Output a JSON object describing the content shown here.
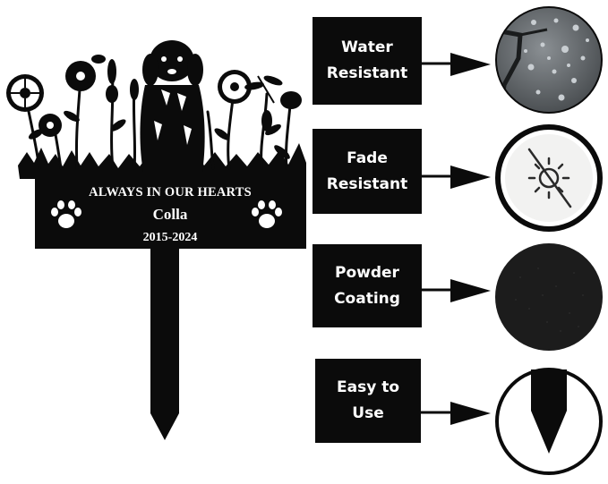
{
  "plaque": {
    "line1": "ALWAYS IN OUR HEARTS",
    "name": "Colla",
    "years": "2015-2024"
  },
  "features": [
    {
      "label": "Water\nResistant",
      "icon": "water-drops-icon"
    },
    {
      "label": "Fade\nResistant",
      "icon": "no-sun-icon"
    },
    {
      "label": "Powder\nCoating",
      "icon": "powder-texture-icon"
    },
    {
      "label": "Easy to\nUse",
      "icon": "stake-tip-icon"
    }
  ],
  "colors": {
    "metal": "#0b0b0b",
    "background": "#ffffff",
    "text": "#ffffff"
  }
}
